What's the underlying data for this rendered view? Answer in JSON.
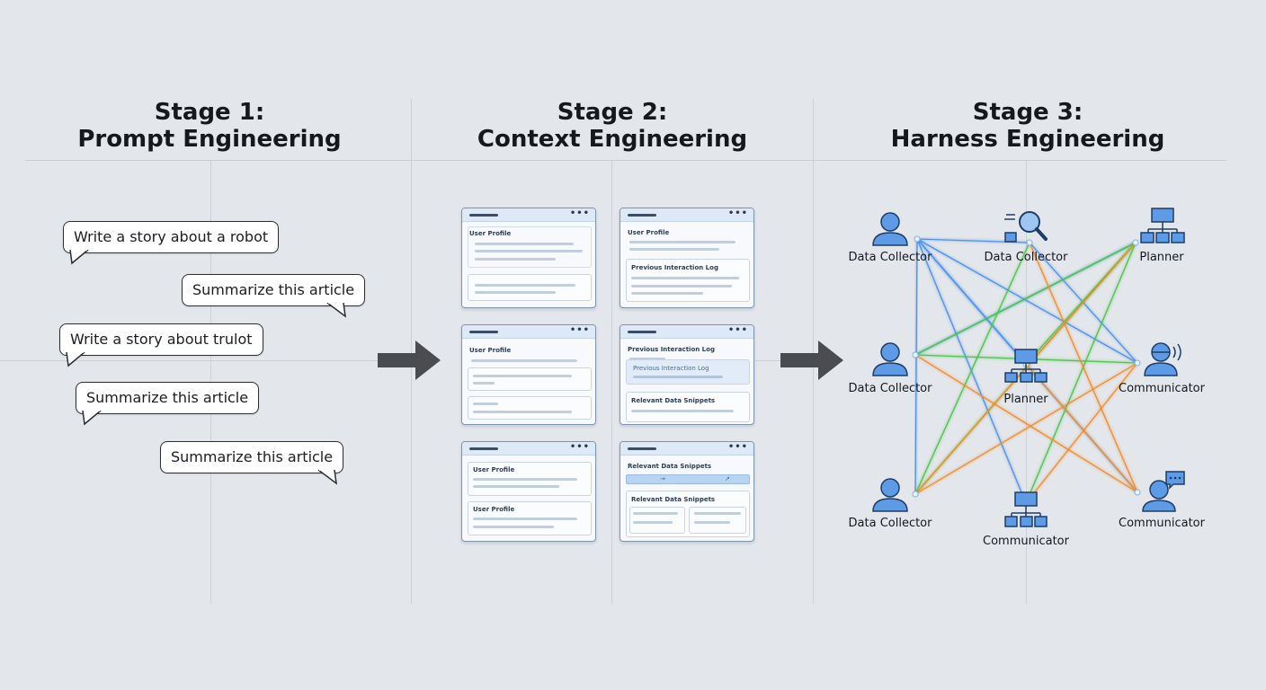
{
  "stages": [
    {
      "line1": "Stage 1:",
      "line2": "Prompt Engineering"
    },
    {
      "line1": "Stage 2:",
      "line2": "Context Engineering"
    },
    {
      "line1": "Stage 3:",
      "line2": "Harness Engineering"
    }
  ],
  "prompts": [
    "Write a story about a robot",
    "Summarize this article",
    "Write a story about trulot",
    "Summarize this article",
    "Summarize this article"
  ],
  "cards": {
    "user_profile": "User Profile",
    "interaction_log": "Previous Interaction Log",
    "data_snippets": "Relevant Data Snippets",
    "dots": "•••"
  },
  "nodes": [
    {
      "label": "Data Collector",
      "icon": "person-icon"
    },
    {
      "label": "Data Collector",
      "icon": "magnifier-icon"
    },
    {
      "label": "Planner",
      "icon": "hierarchy-icon"
    },
    {
      "label": "Data Collector",
      "icon": "person-icon"
    },
    {
      "label": "Planner",
      "icon": "hierarchy-icon"
    },
    {
      "label": "Communicator",
      "icon": "speaker-person-icon"
    },
    {
      "label": "Data Collector",
      "icon": "person-icon"
    },
    {
      "label": "Communicator",
      "icon": "hierarchy-icon"
    },
    {
      "label": "Communicator",
      "icon": "chat-person-icon"
    }
  ],
  "colors": {
    "node_fill": "#5d9be6",
    "node_stroke": "#1f3d66",
    "blue_link": "#4a8fe8",
    "green_link": "#4ac24a",
    "orange_link": "#f08a2a",
    "arrow": "#4a4c50"
  }
}
